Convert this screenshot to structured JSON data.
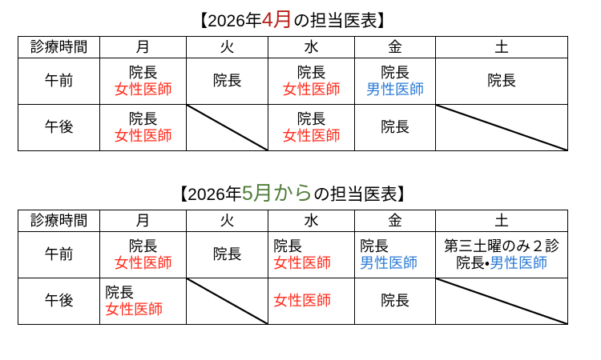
{
  "colors": {
    "red": "#ff2a1a",
    "blue": "#2a7ad6",
    "title_red": "#b8201a",
    "title_green": "#4f7c3a",
    "black": "#000000",
    "border": "#000000"
  },
  "blocks": [
    {
      "id": "april",
      "title": {
        "open_bracket": "【",
        "prefix": "2026年",
        "accent": "4月",
        "accent_color": "#b8201a",
        "suffix": "の担当医表",
        "close_bracket": "】",
        "full_text": "【2026年4月の担当医表】"
      },
      "columns": [
        "診療時間",
        "月",
        "火",
        "水",
        "金",
        "土"
      ],
      "rows": [
        {
          "label": "午前",
          "cells": [
            {
              "align": "center",
              "diagonal": false,
              "lines": [
                {
                  "text": "院長",
                  "color": "black"
                },
                {
                  "text": "女性医師",
                  "color": "red"
                }
              ]
            },
            {
              "align": "center",
              "diagonal": false,
              "lines": [
                {
                  "text": "院長",
                  "color": "black"
                }
              ]
            },
            {
              "align": "center",
              "diagonal": false,
              "lines": [
                {
                  "text": "院長",
                  "color": "black"
                },
                {
                  "text": "女性医師",
                  "color": "red"
                }
              ]
            },
            {
              "align": "center",
              "diagonal": false,
              "lines": [
                {
                  "text": "院長",
                  "color": "black"
                },
                {
                  "text": "男性医師",
                  "color": "blue"
                }
              ]
            },
            {
              "align": "center",
              "diagonal": false,
              "lines": [
                {
                  "text": "院長",
                  "color": "black"
                }
              ]
            }
          ]
        },
        {
          "label": "午後",
          "cells": [
            {
              "align": "center",
              "diagonal": false,
              "lines": [
                {
                  "text": "院長",
                  "color": "black"
                },
                {
                  "text": "女性医師",
                  "color": "red"
                }
              ]
            },
            {
              "align": "center",
              "diagonal": true,
              "lines": []
            },
            {
              "align": "center",
              "diagonal": false,
              "lines": [
                {
                  "text": "院長",
                  "color": "black"
                },
                {
                  "text": "女性医師",
                  "color": "red"
                }
              ]
            },
            {
              "align": "center",
              "diagonal": false,
              "lines": [
                {
                  "text": "院長",
                  "color": "black"
                }
              ]
            },
            {
              "align": "center",
              "diagonal": true,
              "lines": []
            }
          ]
        }
      ]
    },
    {
      "id": "may",
      "title": {
        "open_bracket": "【",
        "prefix": "2026年",
        "accent": "5月から",
        "accent_color": "#4f7c3a",
        "suffix": "の担当医表",
        "close_bracket": "】",
        "full_text": "【2026年5月からの担当医表】"
      },
      "columns": [
        "診療時間",
        "月",
        "火",
        "水",
        "金",
        "土"
      ],
      "rows": [
        {
          "label": "午前",
          "cells": [
            {
              "align": "center",
              "diagonal": false,
              "lines": [
                {
                  "text": "院長",
                  "color": "black"
                },
                {
                  "text": "女性医師",
                  "color": "red"
                }
              ]
            },
            {
              "align": "center",
              "diagonal": false,
              "lines": [
                {
                  "text": "院長",
                  "color": "black"
                }
              ]
            },
            {
              "align": "left",
              "diagonal": false,
              "lines": [
                {
                  "text": "院長",
                  "color": "black"
                },
                {
                  "text": "女性医師",
                  "color": "red"
                }
              ]
            },
            {
              "align": "left",
              "diagonal": false,
              "lines": [
                {
                  "text": "院長",
                  "color": "black"
                },
                {
                  "text": "男性医師",
                  "color": "blue"
                }
              ]
            },
            {
              "align": "center",
              "diagonal": false,
              "lines": [
                {
                  "text": "第三土曜のみ２診",
                  "color": "black"
                },
                {
                  "text": "院長・男性医師",
                  "color": "mixed",
                  "segments": [
                    {
                      "text": "院長・",
                      "color": "black"
                    },
                    {
                      "text": "男性医師",
                      "color": "blue"
                    }
                  ]
                }
              ]
            }
          ]
        },
        {
          "label": "午後",
          "cells": [
            {
              "align": "left",
              "diagonal": false,
              "lines": [
                {
                  "text": "院長",
                  "color": "black"
                },
                {
                  "text": "女性医師",
                  "color": "red"
                }
              ]
            },
            {
              "align": "center",
              "diagonal": true,
              "lines": []
            },
            {
              "align": "left",
              "diagonal": false,
              "lines": [
                {
                  "text": "女性医師",
                  "color": "red"
                }
              ]
            },
            {
              "align": "center",
              "diagonal": false,
              "lines": [
                {
                  "text": "院長",
                  "color": "black"
                }
              ]
            },
            {
              "align": "center",
              "diagonal": true,
              "lines": []
            }
          ]
        }
      ]
    }
  ]
}
